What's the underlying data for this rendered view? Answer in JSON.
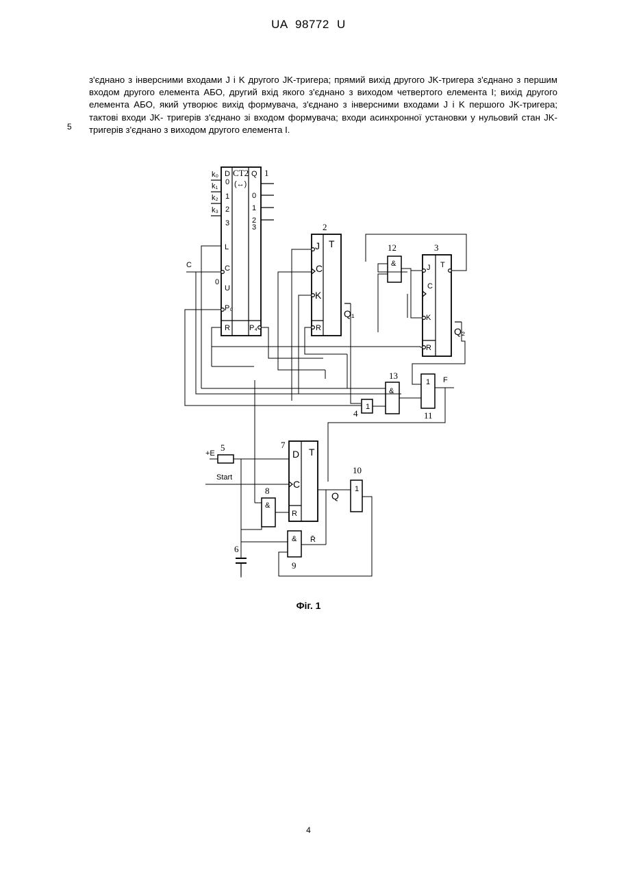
{
  "header": "UA 98772 U",
  "paragraph": "з'єднано з інверсними входами J і K другого JK-тригера; прямий вихід другого JK-тригера з'єднано з першим входом другого елемента АБО, другий вхід якого з'єднано з виходом четвертого елемента І; вихід другого елемента АБО, який утворює вихід формувача, з'єднано з інверсними входами J і K першого JK-тригера; тактові входи JK- тригерів з'єднано зі входом формувача; входи асинхронної установки у нульовий стан JK-тригерів з'єднано з виходом другого елемента І.",
  "line_number": "5",
  "figure": {
    "counter": {
      "ref": "1",
      "title": "CT2",
      "dir": "(↔)",
      "inputs": [
        "k₀",
        "k₁",
        "k₂",
        "k₃"
      ],
      "d_labels": [
        "D",
        "0",
        "1",
        "2",
        "3"
      ],
      "q_labels": [
        "Q",
        "0",
        "1",
        "2",
        "3"
      ],
      "ctrl": [
        "L",
        "C",
        "U",
        "P₀",
        "R"
      ],
      "zero": "0",
      "p4": "P₄"
    },
    "clock_in": "C",
    "ff2": {
      "ref": "2",
      "J": "J",
      "C": "C",
      "K": "K",
      "R": "R",
      "T": "T",
      "out": "Q₁"
    },
    "ff3": {
      "ref": "3",
      "J": "J",
      "C": "C",
      "K": "K",
      "R": "R",
      "T": "T",
      "out": "Q₂"
    },
    "and12": {
      "ref": "12",
      "sym": "&"
    },
    "and13": {
      "ref": "13",
      "sym": "&"
    },
    "or11": {
      "ref": "11",
      "sym": "1",
      "out": "F"
    },
    "not4": {
      "ref": "4",
      "sym": "1"
    },
    "res5": {
      "ref": "5",
      "in": "+E"
    },
    "start": "Start",
    "ff7": {
      "ref": "7",
      "D": "D",
      "C": "C",
      "R": "R",
      "T": "T",
      "out": "Q"
    },
    "and8": {
      "ref": "8",
      "sym": "&"
    },
    "and9": {
      "ref": "9",
      "sym": "&",
      "in": "R̄"
    },
    "cap6": {
      "ref": "6"
    },
    "or10": {
      "ref": "10",
      "sym": "1"
    }
  },
  "caption": "Фіг. 1",
  "page_number": "4"
}
